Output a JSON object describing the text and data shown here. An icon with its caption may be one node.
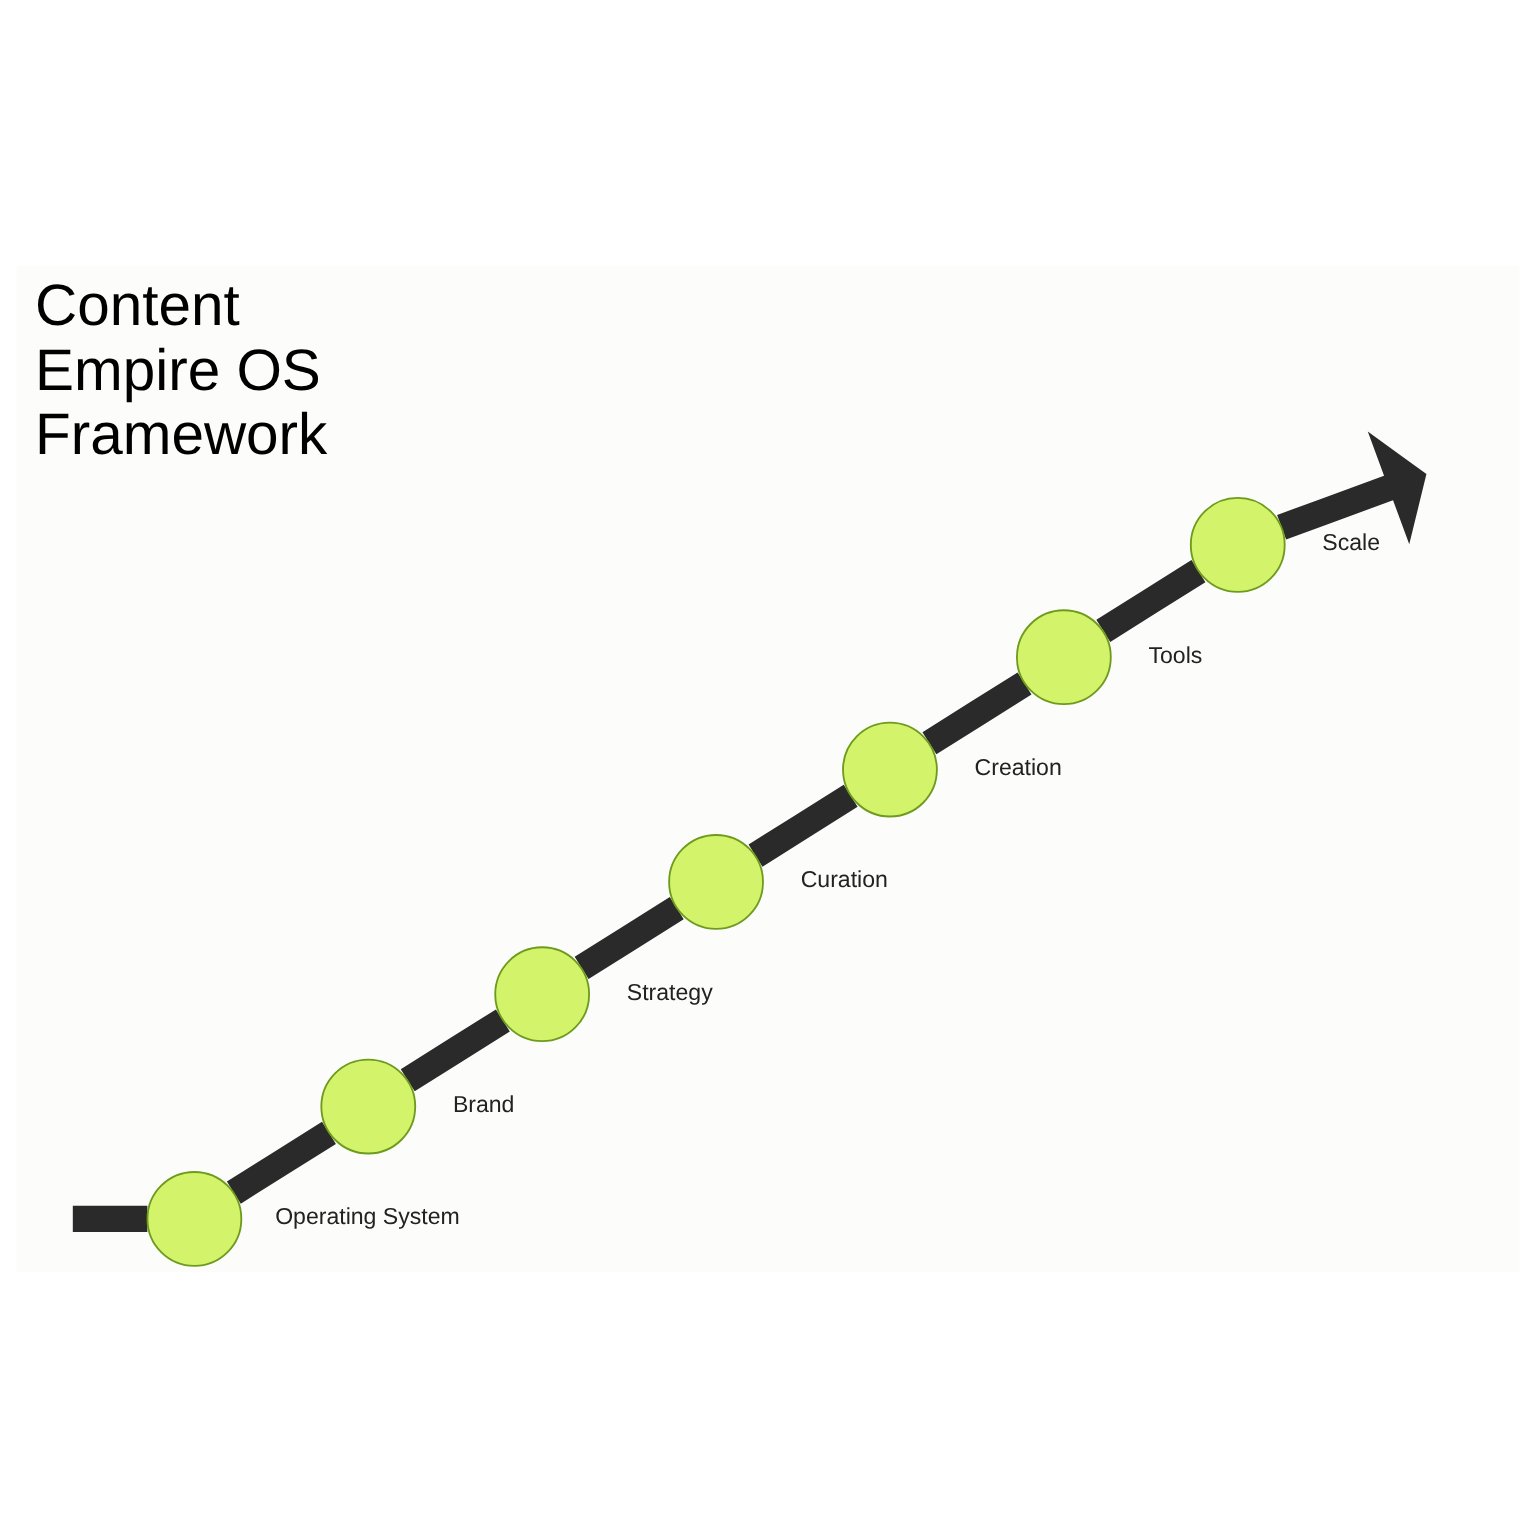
{
  "diagram": {
    "title": "Content Empire OS Framework",
    "nodes": [
      {
        "text": [],
        "shape": "circle",
        "beside": [
          "Operating System"
        ]
      },
      {
        "text": [],
        "shape": "circle",
        "beside": [
          "Brand"
        ]
      },
      {
        "text": [],
        "shape": "circle",
        "beside": [
          "Strategy"
        ]
      },
      {
        "text": [],
        "shape": "circle",
        "beside": [
          "Curation"
        ]
      },
      {
        "text": [],
        "shape": "circle",
        "beside": [
          "Creation"
        ]
      },
      {
        "text": [],
        "shape": "circle",
        "beside": [
          "Tools"
        ]
      },
      {
        "text": [],
        "shape": "circle",
        "beside": [
          "Scale"
        ]
      }
    ],
    "edges": [
      {
        "from": null,
        "to": 0,
        "arrow": "none"
      },
      {
        "from": 0,
        "to": 1,
        "arrow": "none"
      },
      {
        "from": 1,
        "to": 2,
        "arrow": "none"
      },
      {
        "from": 2,
        "to": 3,
        "arrow": "none"
      },
      {
        "from": 3,
        "to": 4,
        "arrow": "none"
      },
      {
        "from": 4,
        "to": 5,
        "arrow": "none"
      },
      {
        "from": 5,
        "to": 6,
        "arrow": "none"
      },
      {
        "from": 6,
        "to": null,
        "arrow": "to"
      }
    ]
  }
}
